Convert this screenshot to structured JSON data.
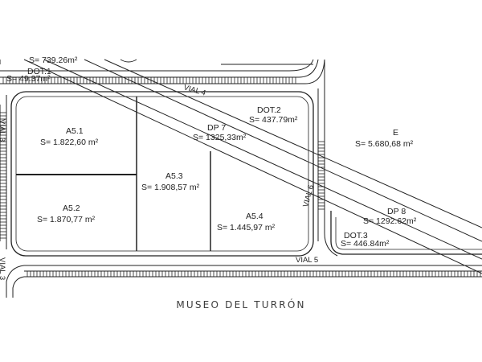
{
  "roads": {
    "vial4": "VIAL 4",
    "vial5": "VIAL 5",
    "vial6": "VIAL 6",
    "vial3_top": "VIAL 3",
    "vial3_bottom": "VIAL 3"
  },
  "parcels": {
    "a51": {
      "name": "A5.1",
      "area": "S= 1.822,60 m²"
    },
    "a52": {
      "name": "A5.2",
      "area": "S= 1.870,77 m²"
    },
    "a53": {
      "name": "A5.3",
      "area": "S= 1.908,57 m²"
    },
    "a54": {
      "name": "A5.4",
      "area": "S= 1.445,97 m²"
    },
    "e": {
      "name": "E",
      "area": "S= 5.680,68 m²"
    },
    "dot1": {
      "name": "DOT.1",
      "area": "S= 49.37m²",
      "area_partial": "S= 739.26m²"
    },
    "dot2": {
      "name": "DOT.2",
      "area": "S= 437.79m²"
    },
    "dot3": {
      "name": "DOT.3",
      "area": "S= 446.84m²"
    },
    "dp7": {
      "name": "DP 7",
      "area": "S= 1325,33m²"
    },
    "dp8": {
      "name": "DP 8",
      "area": "S= 1292.62m²"
    }
  },
  "caption": "MUSEO DEL TURRÓN"
}
